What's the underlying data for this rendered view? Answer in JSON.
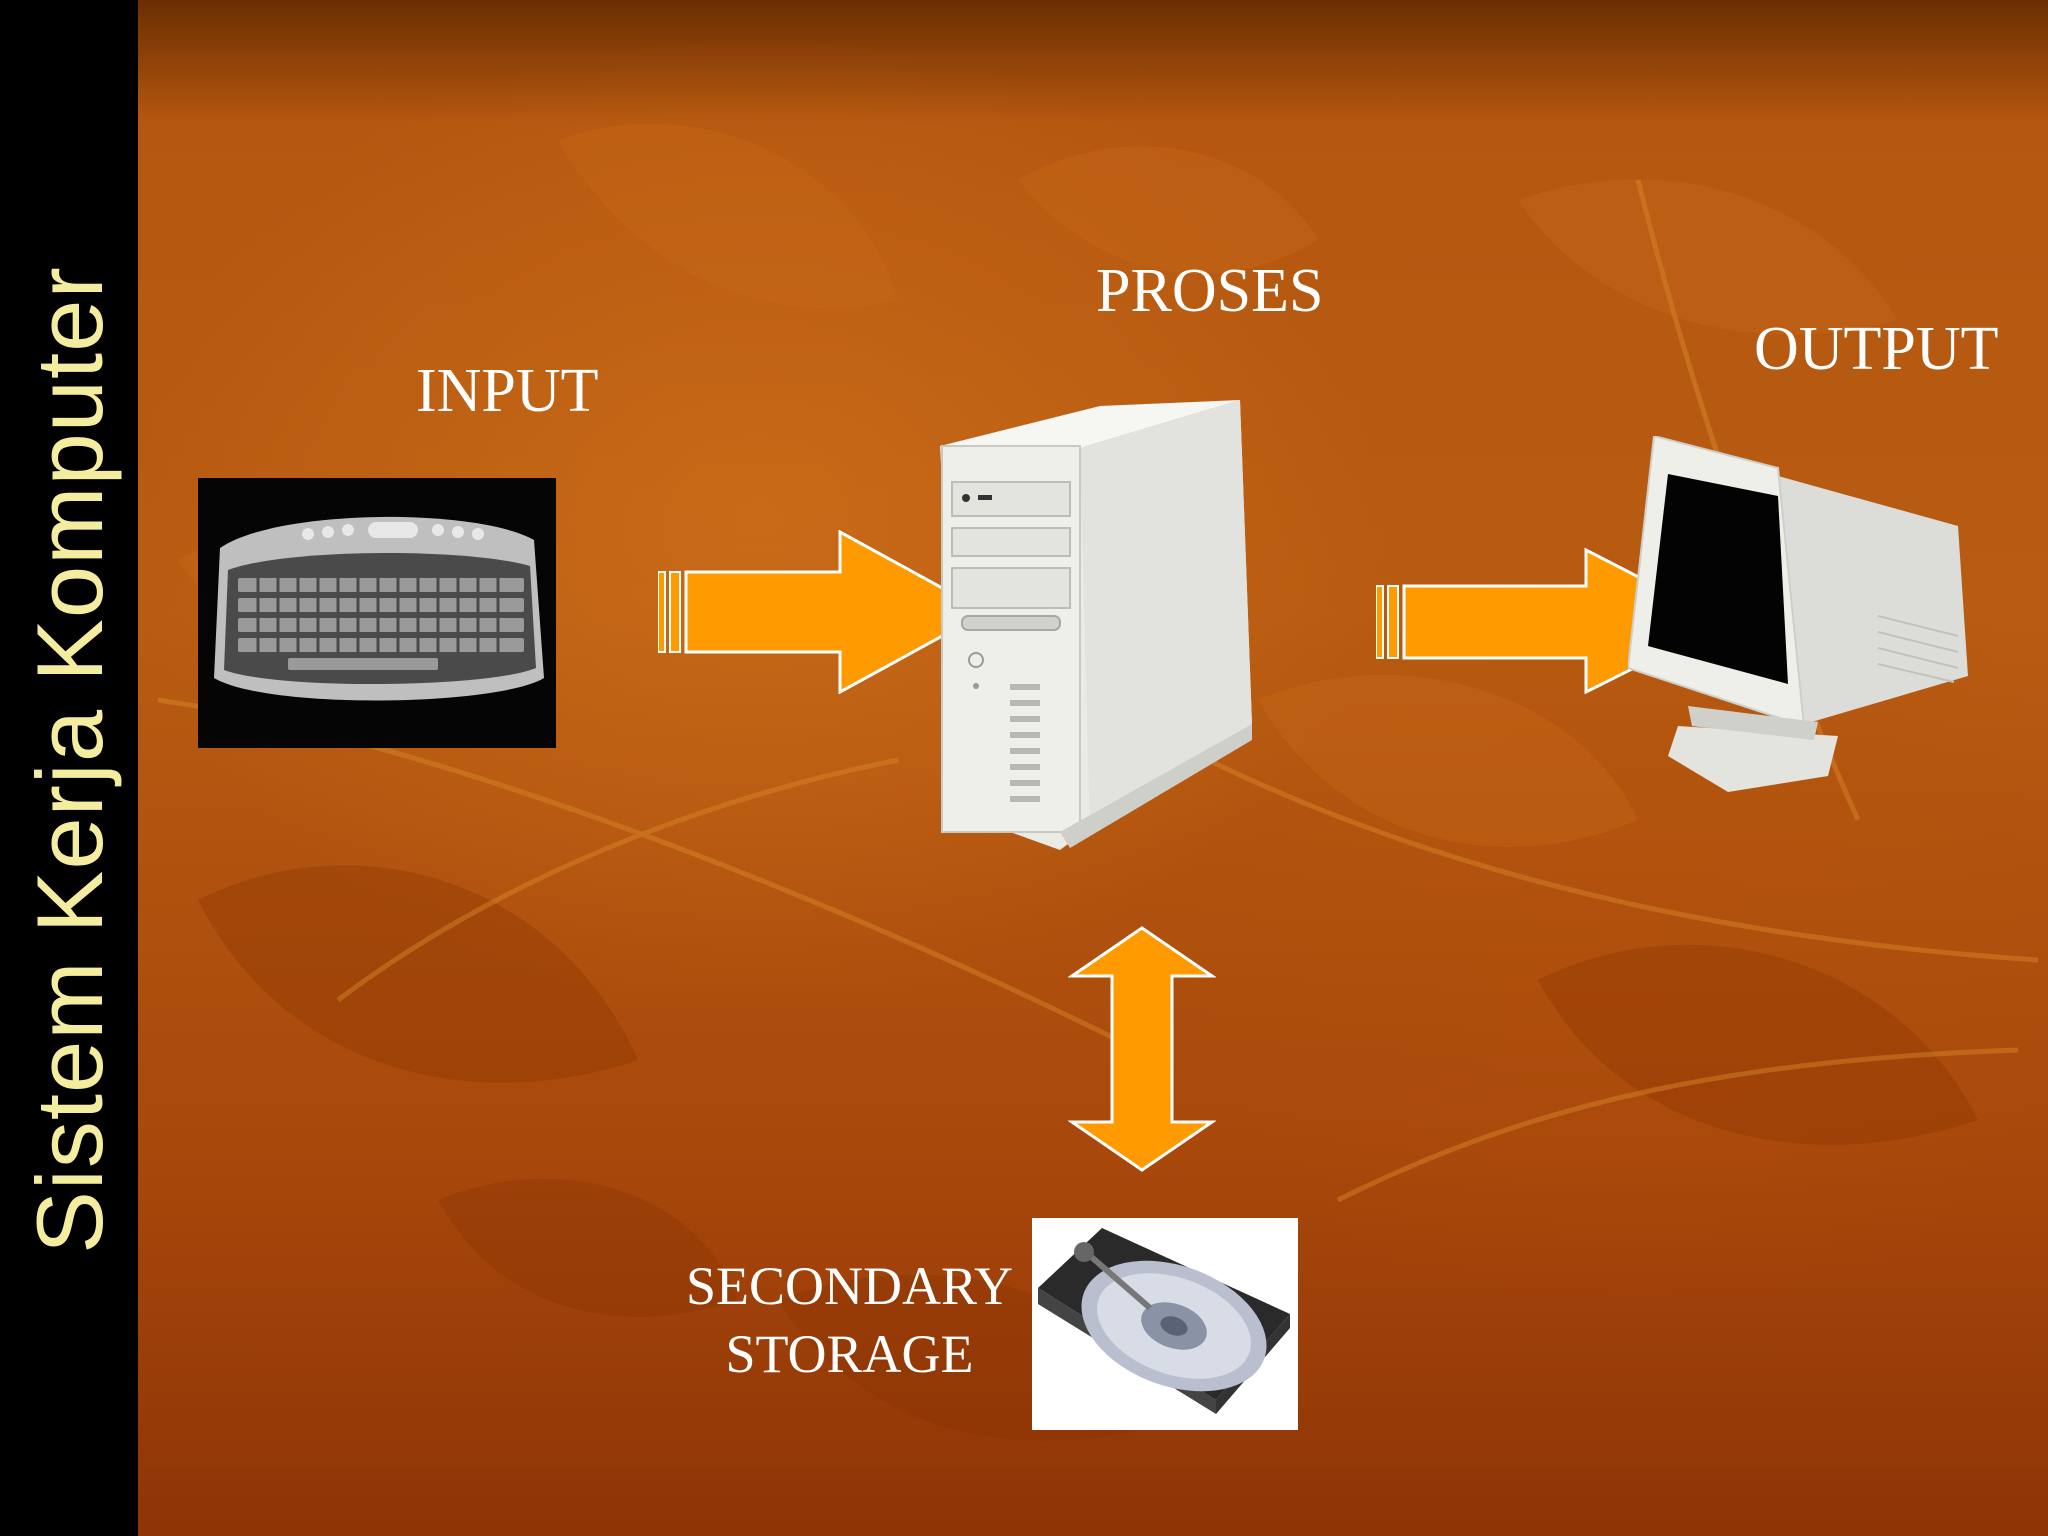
{
  "sidebar": {
    "title": "Sistem Kerja Komputer"
  },
  "labels": {
    "input": "INPUT",
    "proses": "PROSES",
    "output": "OUTPUT",
    "storage_line1": "SECONDARY",
    "storage_line2": "STORAGE"
  },
  "colors": {
    "sidebar_bg": "#000000",
    "sidebar_text": "#f4ec9e",
    "arrow_fill": "#ff9a00",
    "label_text": "#ffffff"
  },
  "icons": [
    "keyboard-icon",
    "computer-tower-icon",
    "crt-monitor-icon",
    "hard-disk-icon"
  ]
}
